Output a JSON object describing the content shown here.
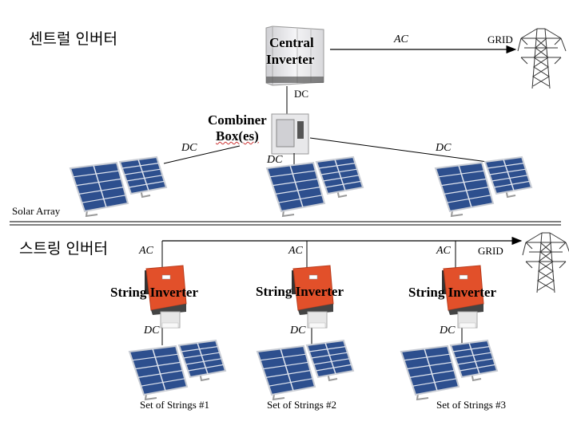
{
  "central": {
    "title": "센트럴 인버터",
    "inverter_line1": "Central",
    "inverter_line2": "Inverter",
    "ac_label": "AC",
    "grid_label": "GRID",
    "dc_label_inverter": "DC",
    "combiner_line1": "Combiner",
    "combiner_line2": "Box(es)",
    "dc_left": "DC",
    "dc_center": "DC",
    "dc_right": "DC",
    "array_label": "Solar Array"
  },
  "string": {
    "title": "스트링 인버터",
    "grid_label": "GRID",
    "inverters": [
      {
        "ac": "AC",
        "label": "String Inverter",
        "dc": "DC",
        "set": "Set of Strings #1"
      },
      {
        "ac": "AC",
        "label": "String Inverter",
        "dc": "DC",
        "set": "Set of Strings #2"
      },
      {
        "ac": "AC",
        "label": "String Inverter",
        "dc": "DC",
        "set": "Set of Strings #3"
      }
    ]
  },
  "colors": {
    "panel": "#2d4f8e",
    "inverter": "#e2502a",
    "line": "#000000"
  }
}
